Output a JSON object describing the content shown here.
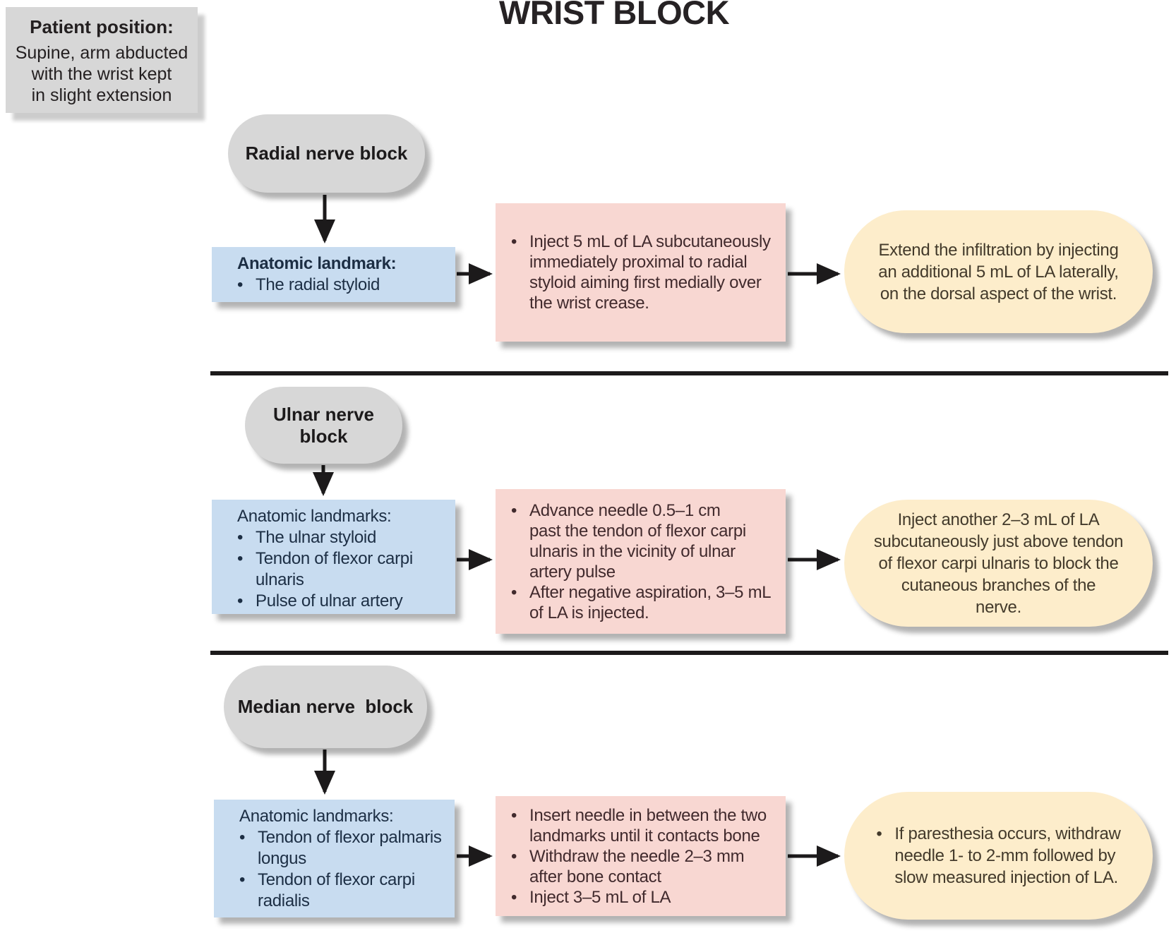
{
  "title": "WRIST BLOCK",
  "bullet": "•",
  "colors": {
    "pill_gray": "#d7d7d7",
    "landmark_blue": "#c8dcf0",
    "technique_pink": "#f8d7d2",
    "note_yellow": "#fdedcb",
    "line_black": "#1c1a1b"
  },
  "patient_position": {
    "heading": "Patient position:",
    "body": "Supine, arm abducted\nwith the wrist kept\nin slight extension"
  },
  "rows": [
    {
      "pill": "Radial nerve block",
      "landmarks_heading": "Anatomic landmark:",
      "landmarks": [
        "The radial styloid"
      ],
      "technique_bullets": [
        "Inject 5 mL of LA subcutaneously\nimmediately proximal to radial\nstyloid aiming first medially over\nthe wrist crease."
      ],
      "note": "Extend the infiltration by injecting\nan additional 5 mL of LA laterally,\non the dorsal aspect of the wrist."
    },
    {
      "pill": "Ulnar nerve\nblock",
      "landmarks_heading": "Anatomic landmarks:",
      "landmarks": [
        "The ulnar styloid",
        "Tendon of flexor carpi\nulnaris",
        "Pulse of ulnar artery"
      ],
      "technique_bullets": [
        "Advance needle 0.5–1 cm\npast the tendon of flexor carpi\nulnaris in the vicinity of ulnar\nartery pulse",
        "After negative aspiration, 3–5 mL\nof LA is injected."
      ],
      "note": "Inject another 2–3 mL of LA\nsubcutaneously just above tendon\nof flexor carpi ulnaris to block the\ncutaneous branches of the\nnerve."
    },
    {
      "pill": "Median nerve  block",
      "landmarks_heading": "Anatomic landmarks:",
      "landmarks": [
        "Tendon of flexor palmaris\nlongus",
        "Tendon of flexor carpi\nradialis"
      ],
      "technique_bullets": [
        "Insert needle in between the two\nlandmarks until it contacts bone",
        "Withdraw the needle 2–3 mm\nafter bone contact",
        "Inject 3–5 mL of LA"
      ],
      "note_bullets": [
        "If paresthesia occurs, withdraw\nneedle 1- to 2-mm followed by\nslow measured injection of LA."
      ]
    }
  ]
}
